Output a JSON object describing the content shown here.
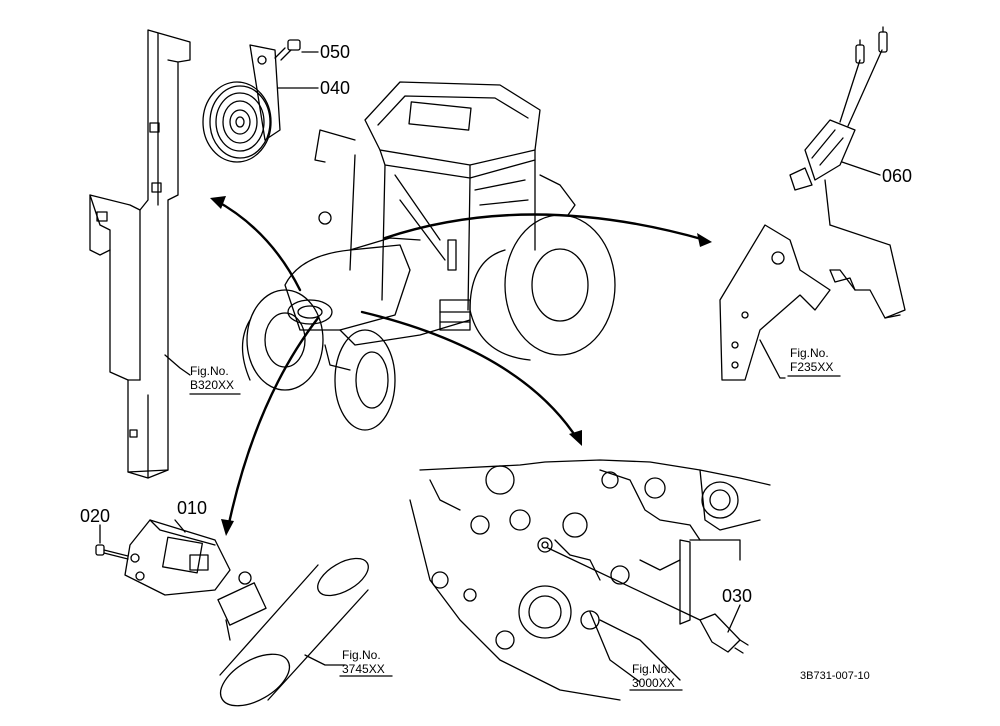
{
  "callouts": {
    "p010": "010",
    "p020": "020",
    "p030": "030",
    "p040": "040",
    "p050": "050",
    "p060": "060"
  },
  "figure_refs": {
    "b320": {
      "label": "Fig.No.",
      "number": "B320XX"
    },
    "f235": {
      "label": "Fig.No.",
      "number": "F235XX"
    },
    "r3745": {
      "label": "Fig.No.",
      "number": "3745XX"
    },
    "r3000": {
      "label": "Fig.No.",
      "number": "3000XX"
    }
  },
  "drawing_id": "3B731-007-10",
  "colors": {
    "line": "#000000",
    "background": "#ffffff"
  }
}
